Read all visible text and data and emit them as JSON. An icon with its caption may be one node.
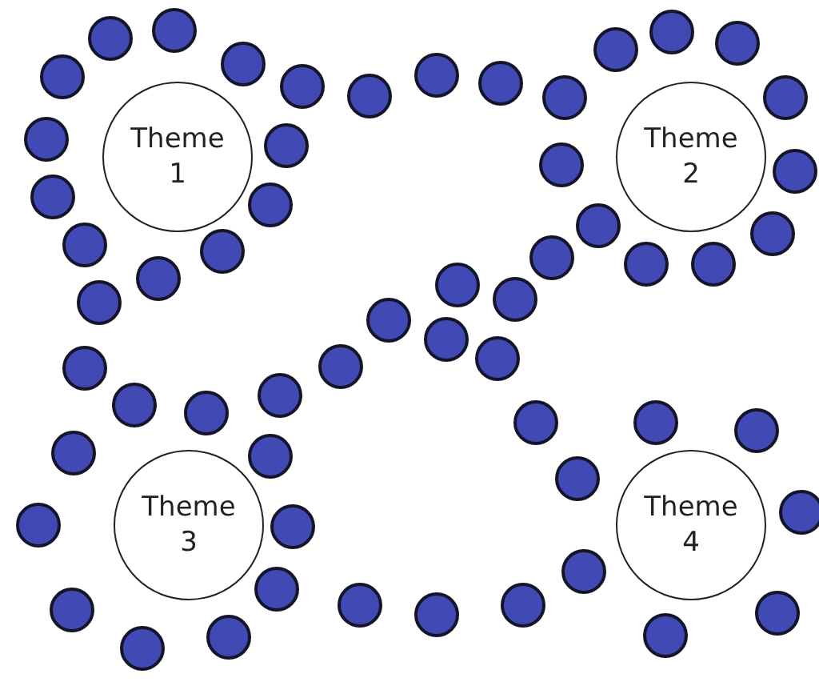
{
  "diagram": {
    "nodes": [
      {
        "text": [
          "Theme 1"
        ]
      },
      {
        "text": [
          "Theme 2"
        ]
      },
      {
        "text": [
          "Theme 3"
        ]
      },
      {
        "text": [
          "Theme 4"
        ]
      },
      {
        "text": [],
        "shape": "circle"
      },
      {
        "text": [],
        "shape": "circle"
      },
      {
        "text": [],
        "shape": "circle"
      },
      {
        "text": [],
        "shape": "circle"
      },
      {
        "text": [],
        "shape": "circle"
      },
      {
        "text": [],
        "shape": "circle"
      },
      {
        "text": [],
        "shape": "circle"
      },
      {
        "text": [],
        "shape": "circle"
      },
      {
        "text": [],
        "shape": "circle"
      },
      {
        "text": [],
        "shape": "circle"
      },
      {
        "text": [],
        "shape": "circle"
      },
      {
        "text": [],
        "shape": "circle"
      },
      {
        "text": [],
        "shape": "circle"
      },
      {
        "text": [],
        "shape": "circle"
      },
      {
        "text": [],
        "shape": "circle"
      },
      {
        "text": [],
        "shape": "circle"
      },
      {
        "text": [],
        "shape": "circle"
      },
      {
        "text": [],
        "shape": "circle"
      },
      {
        "text": [],
        "shape": "circle"
      },
      {
        "text": [],
        "shape": "circle"
      },
      {
        "text": [],
        "shape": "circle"
      },
      {
        "text": [],
        "shape": "circle"
      },
      {
        "text": [],
        "shape": "circle"
      },
      {
        "text": [],
        "shape": "circle"
      },
      {
        "text": [],
        "shape": "circle"
      },
      {
        "text": [],
        "shape": "circle"
      },
      {
        "text": [],
        "shape": "circle"
      },
      {
        "text": [],
        "shape": "circle"
      },
      {
        "text": [],
        "shape": "circle"
      },
      {
        "text": [],
        "shape": "circle"
      },
      {
        "text": [],
        "shape": "circle"
      },
      {
        "text": [],
        "shape": "circle"
      },
      {
        "text": [],
        "shape": "circle"
      },
      {
        "text": [],
        "shape": "circle"
      },
      {
        "text": [],
        "shape": "circle"
      },
      {
        "text": [],
        "shape": "circle"
      },
      {
        "text": [],
        "shape": "circle"
      },
      {
        "text": [],
        "shape": "circle"
      },
      {
        "text": [],
        "shape": "circle"
      },
      {
        "text": [],
        "shape": "circle"
      },
      {
        "text": [],
        "shape": "circle"
      },
      {
        "text": [],
        "shape": "circle"
      },
      {
        "text": [],
        "shape": "circle"
      },
      {
        "text": [],
        "shape": "circle"
      },
      {
        "text": [],
        "shape": "circle"
      },
      {
        "text": [],
        "shape": "circle"
      },
      {
        "text": [],
        "shape": "circle"
      },
      {
        "text": [],
        "shape": "circle"
      },
      {
        "text": [],
        "shape": "circle"
      },
      {
        "text": [],
        "shape": "circle"
      },
      {
        "text": [],
        "shape": "circle"
      },
      {
        "text": [],
        "shape": "circle"
      },
      {
        "text": [],
        "shape": "circle"
      },
      {
        "text": [],
        "shape": "circle"
      },
      {
        "text": [],
        "shape": "circle"
      },
      {
        "text": [],
        "shape": "circle"
      },
      {
        "text": [],
        "shape": "circle"
      }
    ]
  }
}
